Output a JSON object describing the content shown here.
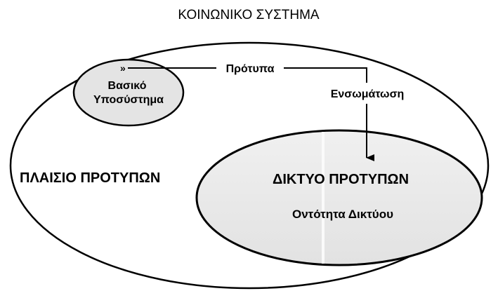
{
  "title": "ΚΟΙΝΩΝΙΚΟ ΣΥΣΤΗΜΑ",
  "outer_label": "ΠΛΑΙΣΙΟ ΠΡΟΤΥΠΩΝ",
  "small_node": {
    "line1": "Βασικό",
    "line2": "Υποσύστημα"
  },
  "edge_labels": {
    "patterns": "Πρότυπα",
    "embedding": "Ενσωμάτωση"
  },
  "network_node": {
    "title": "ΔΙΚΤΥΟ ΠΡΟΤΥΠΩΝ",
    "subtitle": "Οντότητα Δικτύου"
  },
  "colors": {
    "small_fill": "#e4e4e4",
    "network_fill": "#e8e8e8",
    "stroke": "#000000"
  }
}
